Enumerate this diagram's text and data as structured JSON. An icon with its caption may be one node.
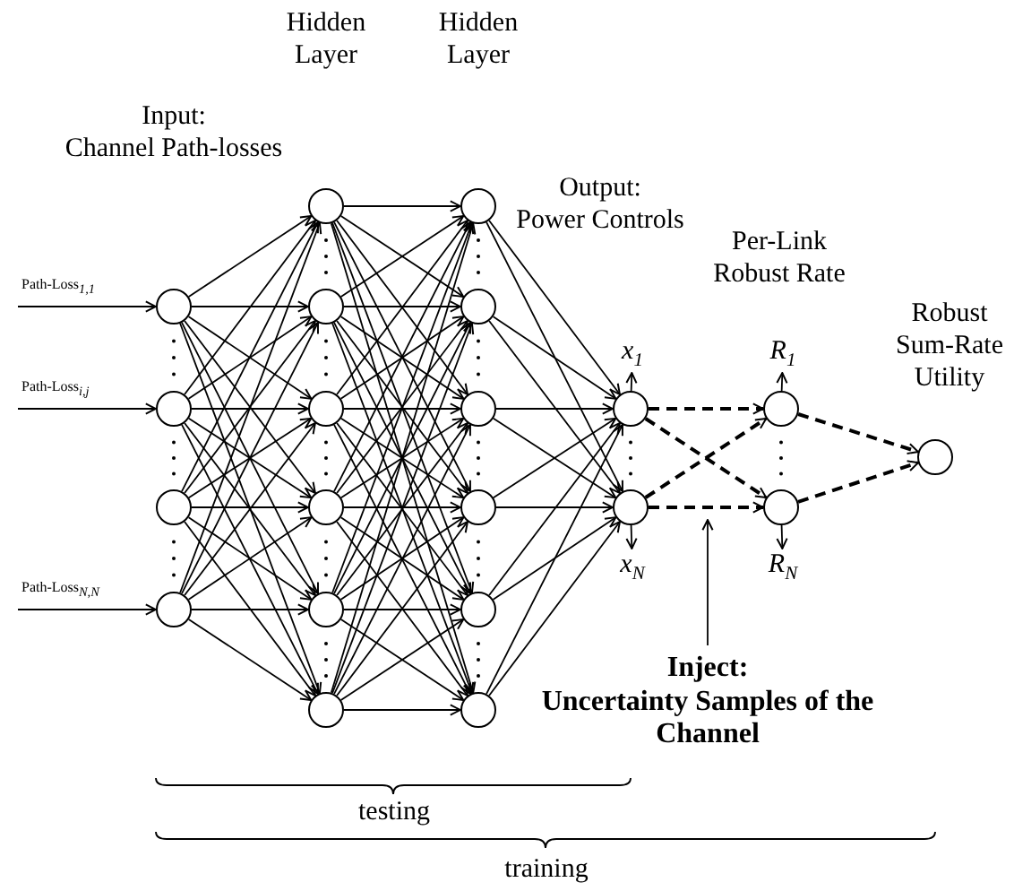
{
  "diagram": {
    "nodes": [
      {
        "text": [],
        "shape": "circle"
      },
      {
        "text": [],
        "shape": "circle"
      },
      {
        "text": [],
        "shape": "circle"
      },
      {
        "text": [],
        "shape": "circle"
      },
      {
        "text": [],
        "shape": "circle"
      },
      {
        "text": [],
        "shape": "circle"
      },
      {
        "text": [],
        "shape": "circle"
      },
      {
        "text": [],
        "shape": "circle"
      },
      {
        "text": [],
        "shape": "circle"
      },
      {
        "text": [],
        "shape": "circle"
      },
      {
        "text": [],
        "shape": "circle"
      },
      {
        "text": [],
        "shape": "circle"
      },
      {
        "text": [],
        "shape": "circle"
      },
      {
        "text": [],
        "shape": "circle"
      },
      {
        "text": [],
        "shape": "circle"
      },
      {
        "text": [],
        "shape": "circle"
      },
      {
        "text": [],
        "shape": "circle"
      },
      {
        "text": [],
        "shape": "circle"
      },
      {
        "text": [],
        "shape": "circle"
      },
      {
        "text": [],
        "shape": "circle"
      },
      {
        "text": [],
        "shape": "circle"
      },
      {
        "text": [
          "*x*$_{1}$"
        ]
      },
      {
        "text": [
          "*x*$_{N}$"
        ]
      },
      {
        "text": [
          "*R*$_{1}$"
        ]
      },
      {
        "text": [
          "*R*$_{N}$"
        ]
      },
      {
        "text": [
          "Inject: Uncertainty Samples of the Channel"
        ]
      }
    ],
    "edges": [
      {
        "from": null,
        "to": 0,
        "arrow": "to",
        "label": "Path-Loss$_{1,1}$"
      },
      {
        "from": null,
        "to": 1,
        "arrow": "to",
        "label": "Path-Loss$_{i,j}$"
      },
      {
        "from": null,
        "to": 3,
        "arrow": "to",
        "label": "Path-Loss$_{N,N}$"
      },
      {
        "from": 0,
        "to": 4,
        "arrow": "to"
      },
      {
        "from": 0,
        "to": 5,
        "arrow": "to"
      },
      {
        "from": 0,
        "to": 6,
        "arrow": "to"
      },
      {
        "from": 0,
        "to": 7,
        "arrow": "to"
      },
      {
        "from": 0,
        "to": 8,
        "arrow": "to"
      },
      {
        "from": 0,
        "to": 9,
        "arrow": "to"
      },
      {
        "from": 1,
        "to": 4,
        "arrow": "to"
      },
      {
        "from": 1,
        "to": 5,
        "arrow": "to"
      },
      {
        "from": 1,
        "to": 6,
        "arrow": "to"
      },
      {
        "from": 1,
        "to": 7,
        "arrow": "to"
      },
      {
        "from": 1,
        "to": 8,
        "arrow": "to"
      },
      {
        "from": 1,
        "to": 9,
        "arrow": "to"
      },
      {
        "from": 2,
        "to": 4,
        "arrow": "to"
      },
      {
        "from": 2,
        "to": 5,
        "arrow": "to"
      },
      {
        "from": 2,
        "to": 6,
        "arrow": "to"
      },
      {
        "from": 2,
        "to": 7,
        "arrow": "to"
      },
      {
        "from": 2,
        "to": 8,
        "arrow": "to"
      },
      {
        "from": 2,
        "to": 9,
        "arrow": "to"
      },
      {
        "from": 3,
        "to": 4,
        "arrow": "to"
      },
      {
        "from": 3,
        "to": 5,
        "arrow": "to"
      },
      {
        "from": 3,
        "to": 6,
        "arrow": "to"
      },
      {
        "from": 3,
        "to": 7,
        "arrow": "to"
      },
      {
        "from": 3,
        "to": 8,
        "arrow": "to"
      },
      {
        "from": 3,
        "to": 9,
        "arrow": "to"
      },
      {
        "from": 4,
        "to": 10,
        "arrow": "to"
      },
      {
        "from": 4,
        "to": 11,
        "arrow": "to"
      },
      {
        "from": 4,
        "to": 12,
        "arrow": "to"
      },
      {
        "from": 4,
        "to": 13,
        "arrow": "to"
      },
      {
        "from": 4,
        "to": 14,
        "arrow": "to"
      },
      {
        "from": 4,
        "to": 15,
        "arrow": "to"
      },
      {
        "from": 5,
        "to": 10,
        "arrow": "to"
      },
      {
        "from": 5,
        "to": 11,
        "arrow": "to"
      },
      {
        "from": 5,
        "to": 12,
        "arrow": "to"
      },
      {
        "from": 5,
        "to": 13,
        "arrow": "to"
      },
      {
        "from": 5,
        "to": 14,
        "arrow": "to"
      },
      {
        "from": 5,
        "to": 15,
        "arrow": "to"
      },
      {
        "from": 6,
        "to": 10,
        "arrow": "to"
      },
      {
        "from": 6,
        "to": 11,
        "arrow": "to"
      },
      {
        "from": 6,
        "to": 12,
        "arrow": "to"
      },
      {
        "from": 6,
        "to": 13,
        "arrow": "to"
      },
      {
        "from": 6,
        "to": 14,
        "arrow": "to"
      },
      {
        "from": 6,
        "to": 15,
        "arrow": "to"
      },
      {
        "from": 7,
        "to": 10,
        "arrow": "to"
      },
      {
        "from": 7,
        "to": 11,
        "arrow": "to"
      },
      {
        "from": 7,
        "to": 12,
        "arrow": "to"
      },
      {
        "from": 7,
        "to": 13,
        "arrow": "to"
      },
      {
        "from": 7,
        "to": 14,
        "arrow": "to"
      },
      {
        "from": 7,
        "to": 15,
        "arrow": "to"
      },
      {
        "from": 8,
        "to": 10,
        "arrow": "to"
      },
      {
        "from": 8,
        "to": 11,
        "arrow": "to"
      },
      {
        "from": 8,
        "to": 12,
        "arrow": "to"
      },
      {
        "from": 8,
        "to": 13,
        "arrow": "to"
      },
      {
        "from": 8,
        "to": 14,
        "arrow": "to"
      },
      {
        "from": 8,
        "to": 15,
        "arrow": "to"
      },
      {
        "from": 9,
        "to": 10,
        "arrow": "to"
      },
      {
        "from": 9,
        "to": 11,
        "arrow": "to"
      },
      {
        "from": 9,
        "to": 12,
        "arrow": "to"
      },
      {
        "from": 9,
        "to": 13,
        "arrow": "to"
      },
      {
        "from": 9,
        "to": 14,
        "arrow": "to"
      },
      {
        "from": 9,
        "to": 15,
        "arrow": "to"
      },
      {
        "from": 10,
        "to": 16,
        "arrow": "to"
      },
      {
        "from": 10,
        "to": 17,
        "arrow": "to"
      },
      {
        "from": 11,
        "to": 16,
        "arrow": "to"
      },
      {
        "from": 11,
        "to": 17,
        "arrow": "to"
      },
      {
        "from": 12,
        "to": 16,
        "arrow": "to"
      },
      {
        "from": 12,
        "to": 17,
        "arrow": "to"
      },
      {
        "from": 13,
        "to": 16,
        "arrow": "to"
      },
      {
        "from": 13,
        "to": 17,
        "arrow": "to"
      },
      {
        "from": 14,
        "to": 16,
        "arrow": "to"
      },
      {
        "from": 14,
        "to": 17,
        "arrow": "to"
      },
      {
        "from": 15,
        "to": 16,
        "arrow": "to"
      },
      {
        "from": 15,
        "to": 17,
        "arrow": "to"
      },
      {
        "from": 16,
        "to": 18,
        "arrow": "to",
        "style": "dashed"
      },
      {
        "from": 16,
        "to": 19,
        "arrow": "to",
        "style": "dashed"
      },
      {
        "from": 17,
        "to": 18,
        "arrow": "to",
        "style": "dashed"
      },
      {
        "from": 17,
        "to": 19,
        "arrow": "to",
        "style": "dashed"
      },
      {
        "from": 18,
        "to": 20,
        "arrow": "to",
        "style": "dashed"
      },
      {
        "from": 19,
        "to": 20,
        "arrow": "to",
        "style": "dashed"
      },
      {
        "from": 16,
        "to": 21,
        "arrow": "to"
      },
      {
        "from": 17,
        "to": 22,
        "arrow": "to"
      },
      {
        "from": 18,
        "to": 23,
        "arrow": "to"
      },
      {
        "from": 19,
        "to": 24,
        "arrow": "to"
      },
      {
        "from": 25,
        "to": null,
        "arrow": "to"
      }
    ],
    "labels": [
      "Hidden Layer",
      "Hidden Layer",
      "Input: Channel Path-losses",
      "Output: Power Controls",
      "Per-Link Robust Rate",
      "Robust Sum-Rate Utility",
      "testing",
      "training"
    ]
  }
}
